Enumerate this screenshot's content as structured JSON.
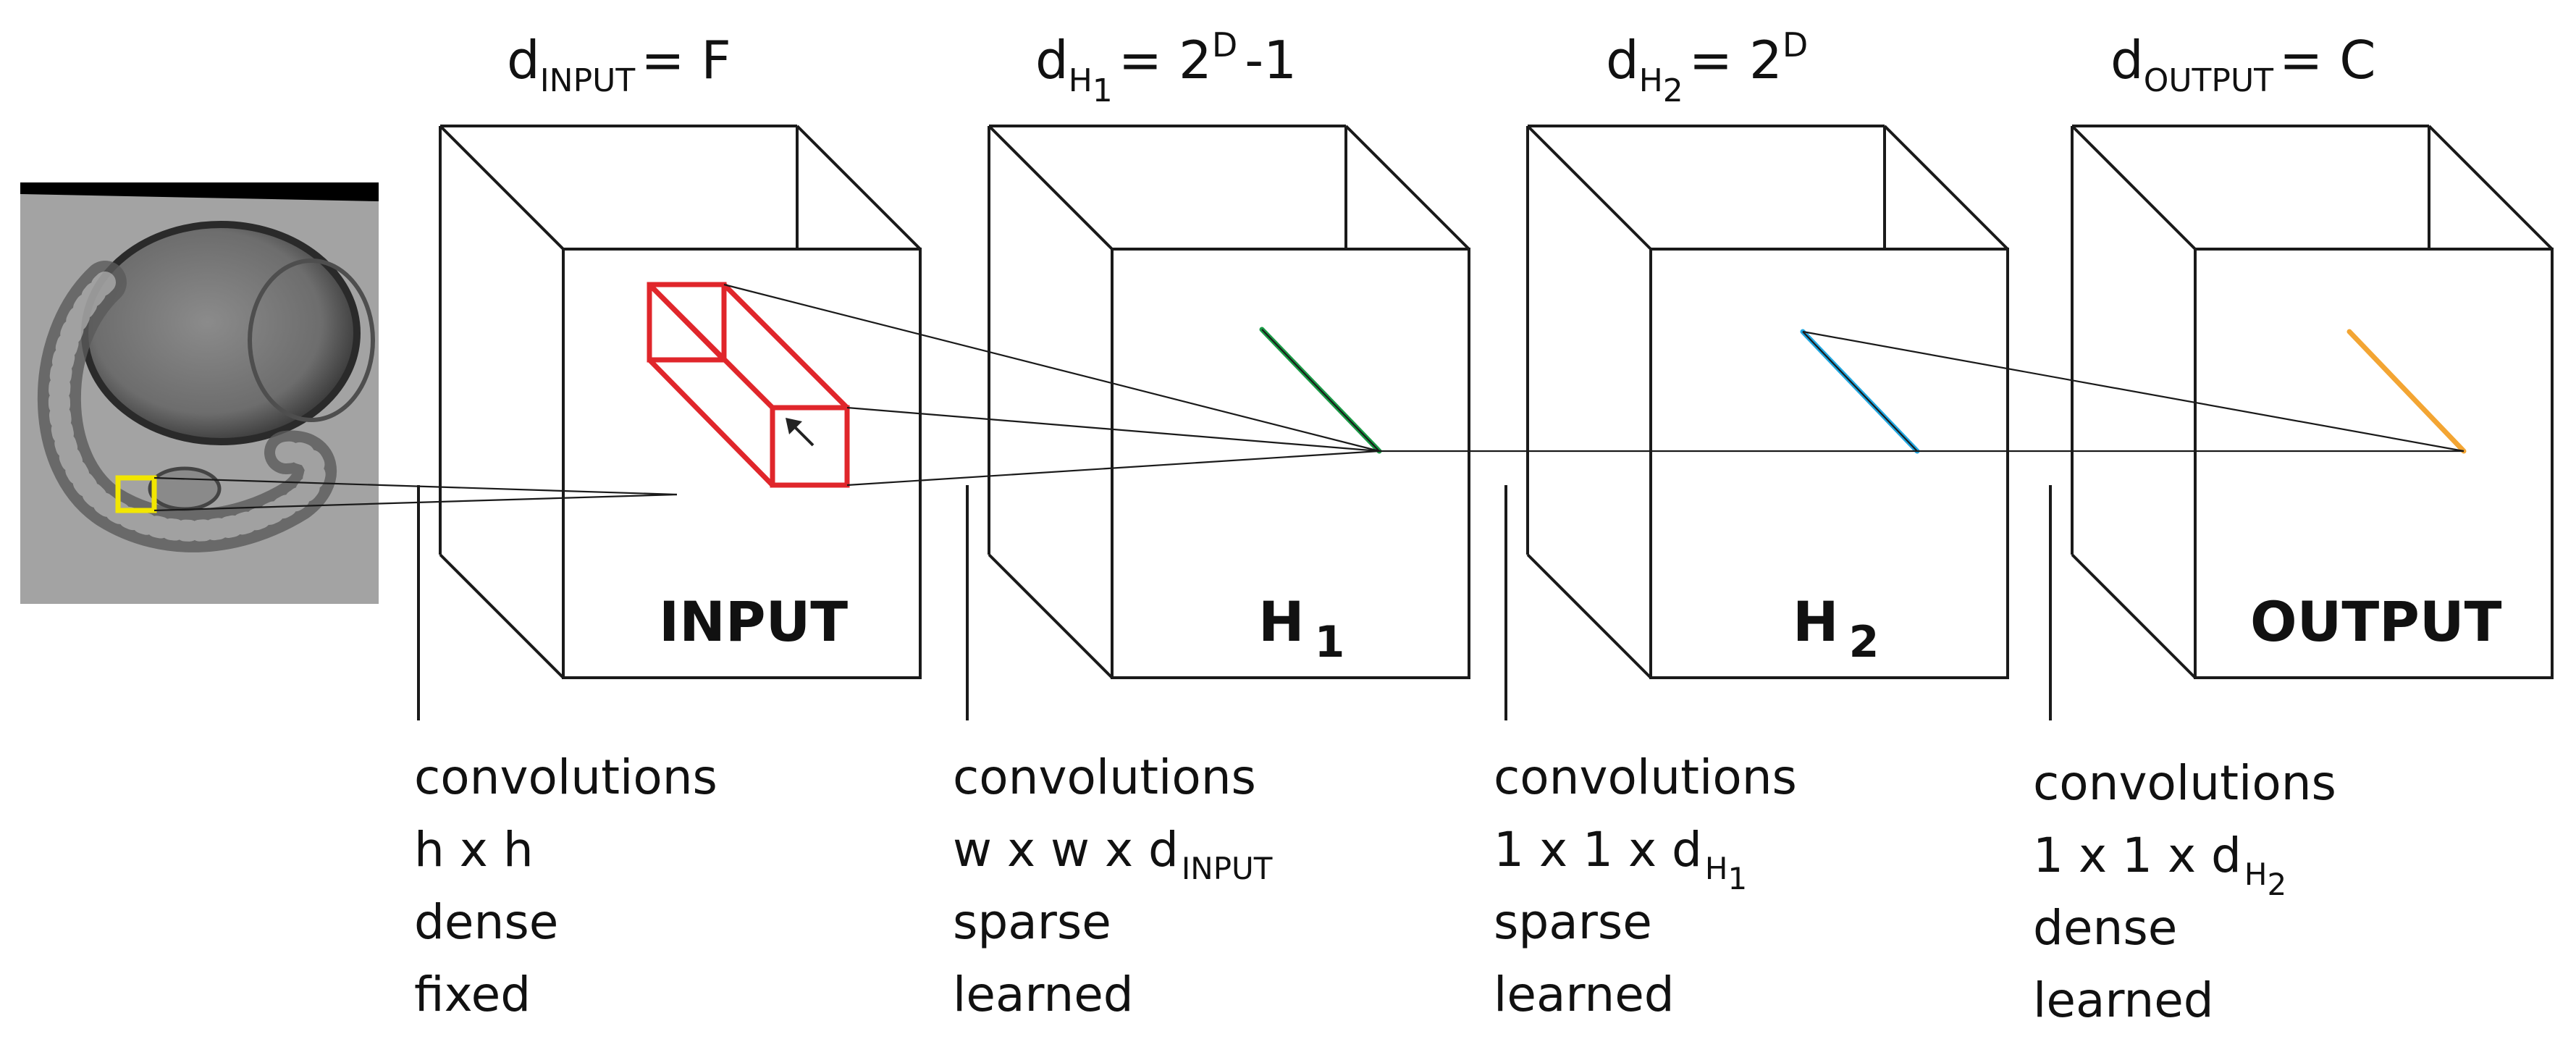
{
  "layers": [
    {
      "id": "input",
      "dim": {
        "d": "d",
        "sub": "INPUT",
        "eq": "= F",
        "sup": "",
        "tail": ""
      },
      "label": {
        "main": "INPUT",
        "sub": ""
      },
      "desc": [
        {
          "text": "convolutions",
          "sub": ""
        },
        {
          "text": "h x h",
          "sub": ""
        },
        {
          "text": "dense",
          "sub": ""
        },
        {
          "text": "fixed",
          "sub": ""
        }
      ]
    },
    {
      "id": "h1",
      "dim": {
        "d": "d",
        "sub": "H",
        "subsub": "1",
        "eq": "= 2",
        "sup": "D",
        "tail": "-1"
      },
      "label": {
        "main": "H",
        "sub": "1"
      },
      "desc": [
        {
          "text": "convolutions",
          "sub": ""
        },
        {
          "text": "w x w x d",
          "sub": "INPUT"
        },
        {
          "text": "sparse",
          "sub": ""
        },
        {
          "text": "learned",
          "sub": ""
        }
      ]
    },
    {
      "id": "h2",
      "dim": {
        "d": "d",
        "sub": "H",
        "subsub": "2",
        "eq": "= 2",
        "sup": "D",
        "tail": ""
      },
      "label": {
        "main": "H",
        "sub": "2"
      },
      "desc": [
        {
          "text": "convolutions",
          "sub": ""
        },
        {
          "text": "1 x 1 x d",
          "sub": "H",
          "subsub": "1"
        },
        {
          "text": "sparse",
          "sub": ""
        },
        {
          "text": "learned",
          "sub": ""
        }
      ]
    },
    {
      "id": "output",
      "dim": {
        "d": "d",
        "sub": "OUTPUT",
        "eq": "= C",
        "sup": "",
        "tail": ""
      },
      "label": {
        "main": "OUTPUT",
        "sub": ""
      },
      "desc": [
        {
          "text": "convolutions",
          "sub": ""
        },
        {
          "text": "1 x 1 x d",
          "sub": "H",
          "subsub": "2"
        },
        {
          "text": "dense",
          "sub": ""
        },
        {
          "text": "learned",
          "sub": ""
        }
      ]
    }
  ],
  "colors": {
    "input_patch": "#e0262b",
    "h1_vector": "#1a9a45",
    "h2_vector": "#22a7e0",
    "output_vector": "#f3a533",
    "selection_box": "#f2e600",
    "lines": "#1a1a1a"
  },
  "icons": {
    "micrograph": "zebrafish-embryo-image",
    "pointer": "arrow-pointer-icon"
  }
}
